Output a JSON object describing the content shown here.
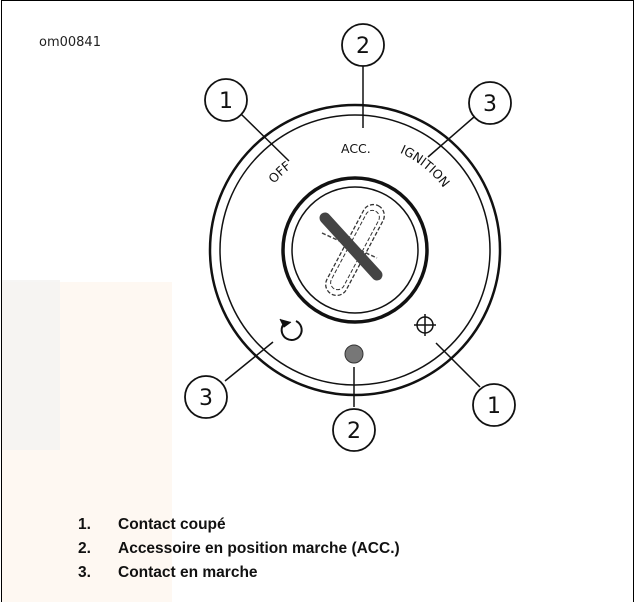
{
  "figure_id": "om00841",
  "switch_labels": {
    "off": "OFF",
    "acc": "ACC.",
    "ignition": "IGNITION"
  },
  "callouts": {
    "top_left": "1",
    "top_center": "2",
    "top_right": "3",
    "bottom_left": "3",
    "bottom_center": "2",
    "bottom_right": "1"
  },
  "legend": [
    {
      "number": "1.",
      "text": "Contact coupé"
    },
    {
      "number": "2.",
      "text": "Accessoire en position marche (ACC.)"
    },
    {
      "number": "3.",
      "text": "Contact en marche"
    }
  ]
}
